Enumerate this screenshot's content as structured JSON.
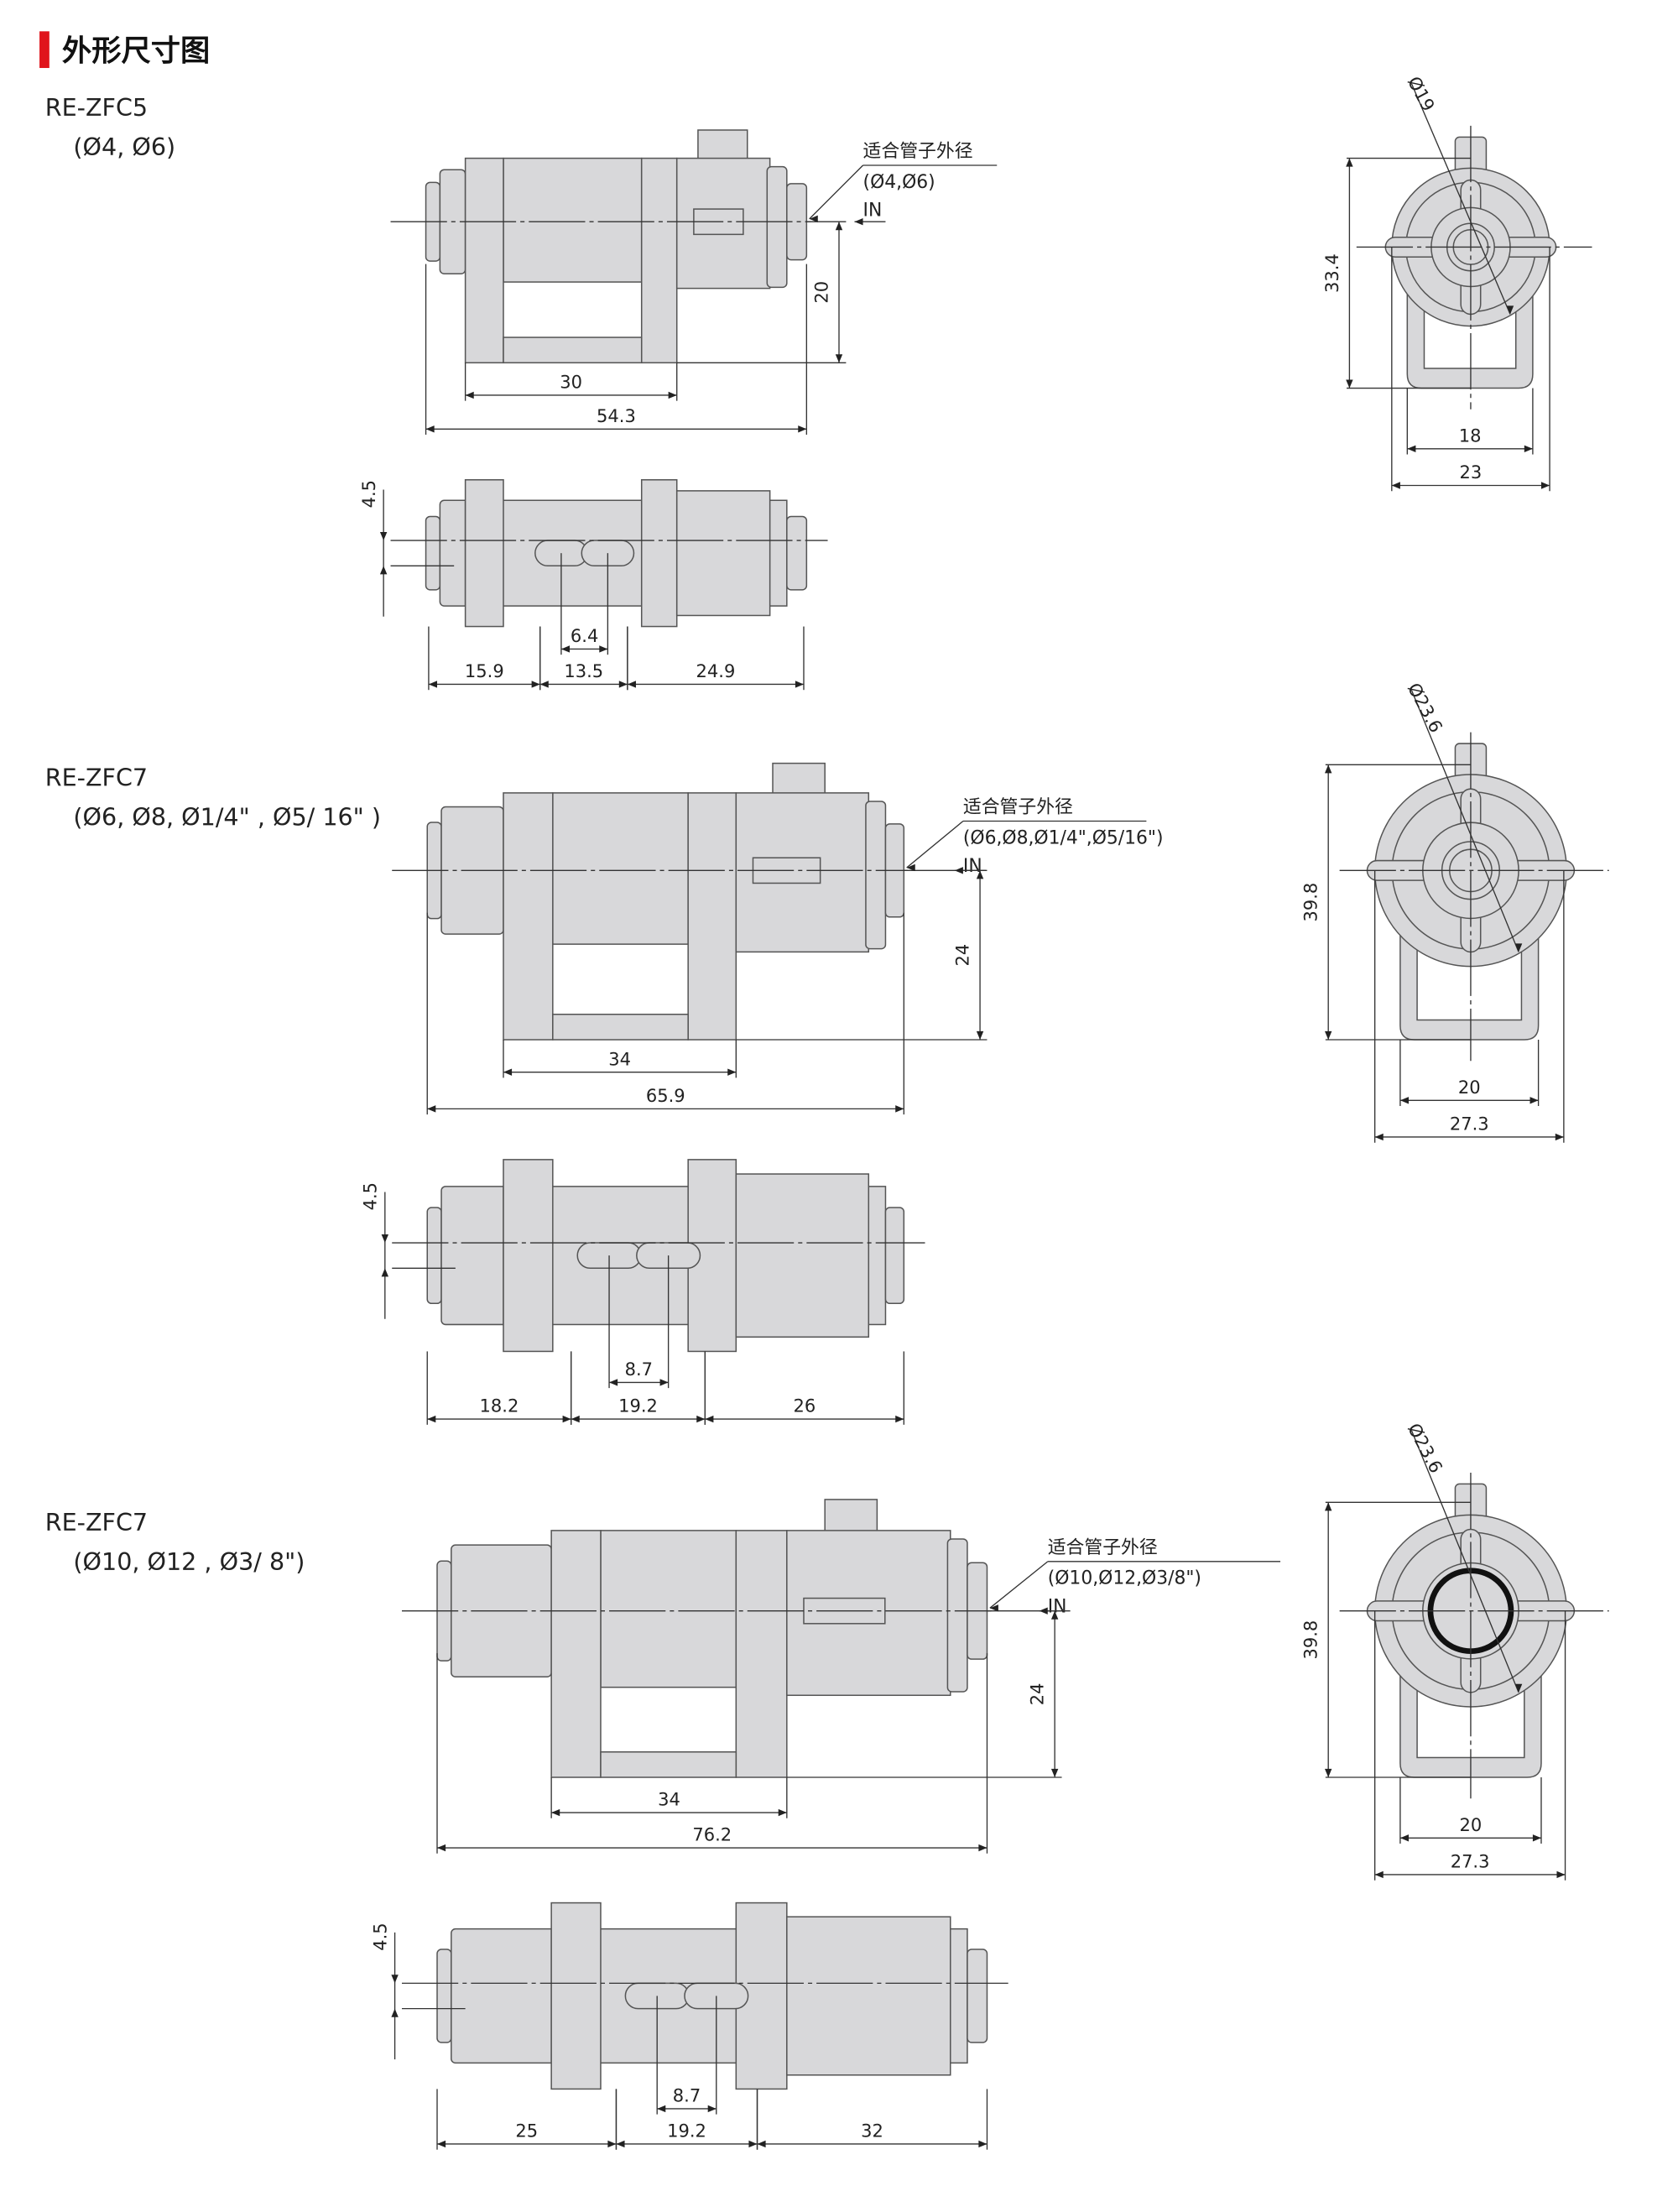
{
  "section_title": "外形尺寸图",
  "accent_color": "#e0141b",
  "models": [
    {
      "name": "RE-ZFC5",
      "sizes": "(Ø4, Ø6)",
      "tube_label": "适合管子外径",
      "tube_sizes": "(Ø4,Ø6)",
      "in_label": "IN",
      "side_dims": {
        "bracket_length": "30",
        "total_length": "54.3",
        "height": "20"
      },
      "bottom_dims": {
        "slot_offset": "4.5",
        "slot_pitch": "6.4",
        "left": "15.9",
        "middle": "13.5",
        "right": "24.9"
      },
      "end_dims": {
        "diameter": "Ø19",
        "height": "33.4",
        "bracket_width": "18",
        "width": "23"
      }
    },
    {
      "name": "RE-ZFC7",
      "sizes": "(Ø6, Ø8, Ø1/4\" , Ø5/ 16\" )",
      "tube_label": "适合管子外径",
      "tube_sizes": "(Ø6,Ø8,Ø1/4\",Ø5/16\")",
      "in_label": "IN",
      "side_dims": {
        "bracket_length": "34",
        "total_length": "65.9",
        "height": "24"
      },
      "bottom_dims": {
        "slot_offset": "4.5",
        "slot_pitch": "8.7",
        "left": "18.2",
        "middle": "19.2",
        "right": "26"
      },
      "end_dims": {
        "diameter": "Ø23.6",
        "height": "39.8",
        "bracket_width": "20",
        "width": "27.3"
      }
    },
    {
      "name": "RE-ZFC7",
      "sizes": "(Ø10, Ø12 , Ø3/ 8\")",
      "tube_label": "适合管子外径",
      "tube_sizes": "(Ø10,Ø12,Ø3/8\")",
      "in_label": "IN",
      "side_dims": {
        "bracket_length": "34",
        "total_length": "76.2",
        "height": "24"
      },
      "bottom_dims": {
        "slot_offset": "4.5",
        "slot_pitch": "8.7",
        "left": "25",
        "middle": "19.2",
        "right": "32"
      },
      "end_dims": {
        "diameter": "Ø23.6",
        "height": "39.8",
        "bracket_width": "20",
        "width": "27.3"
      }
    }
  ]
}
